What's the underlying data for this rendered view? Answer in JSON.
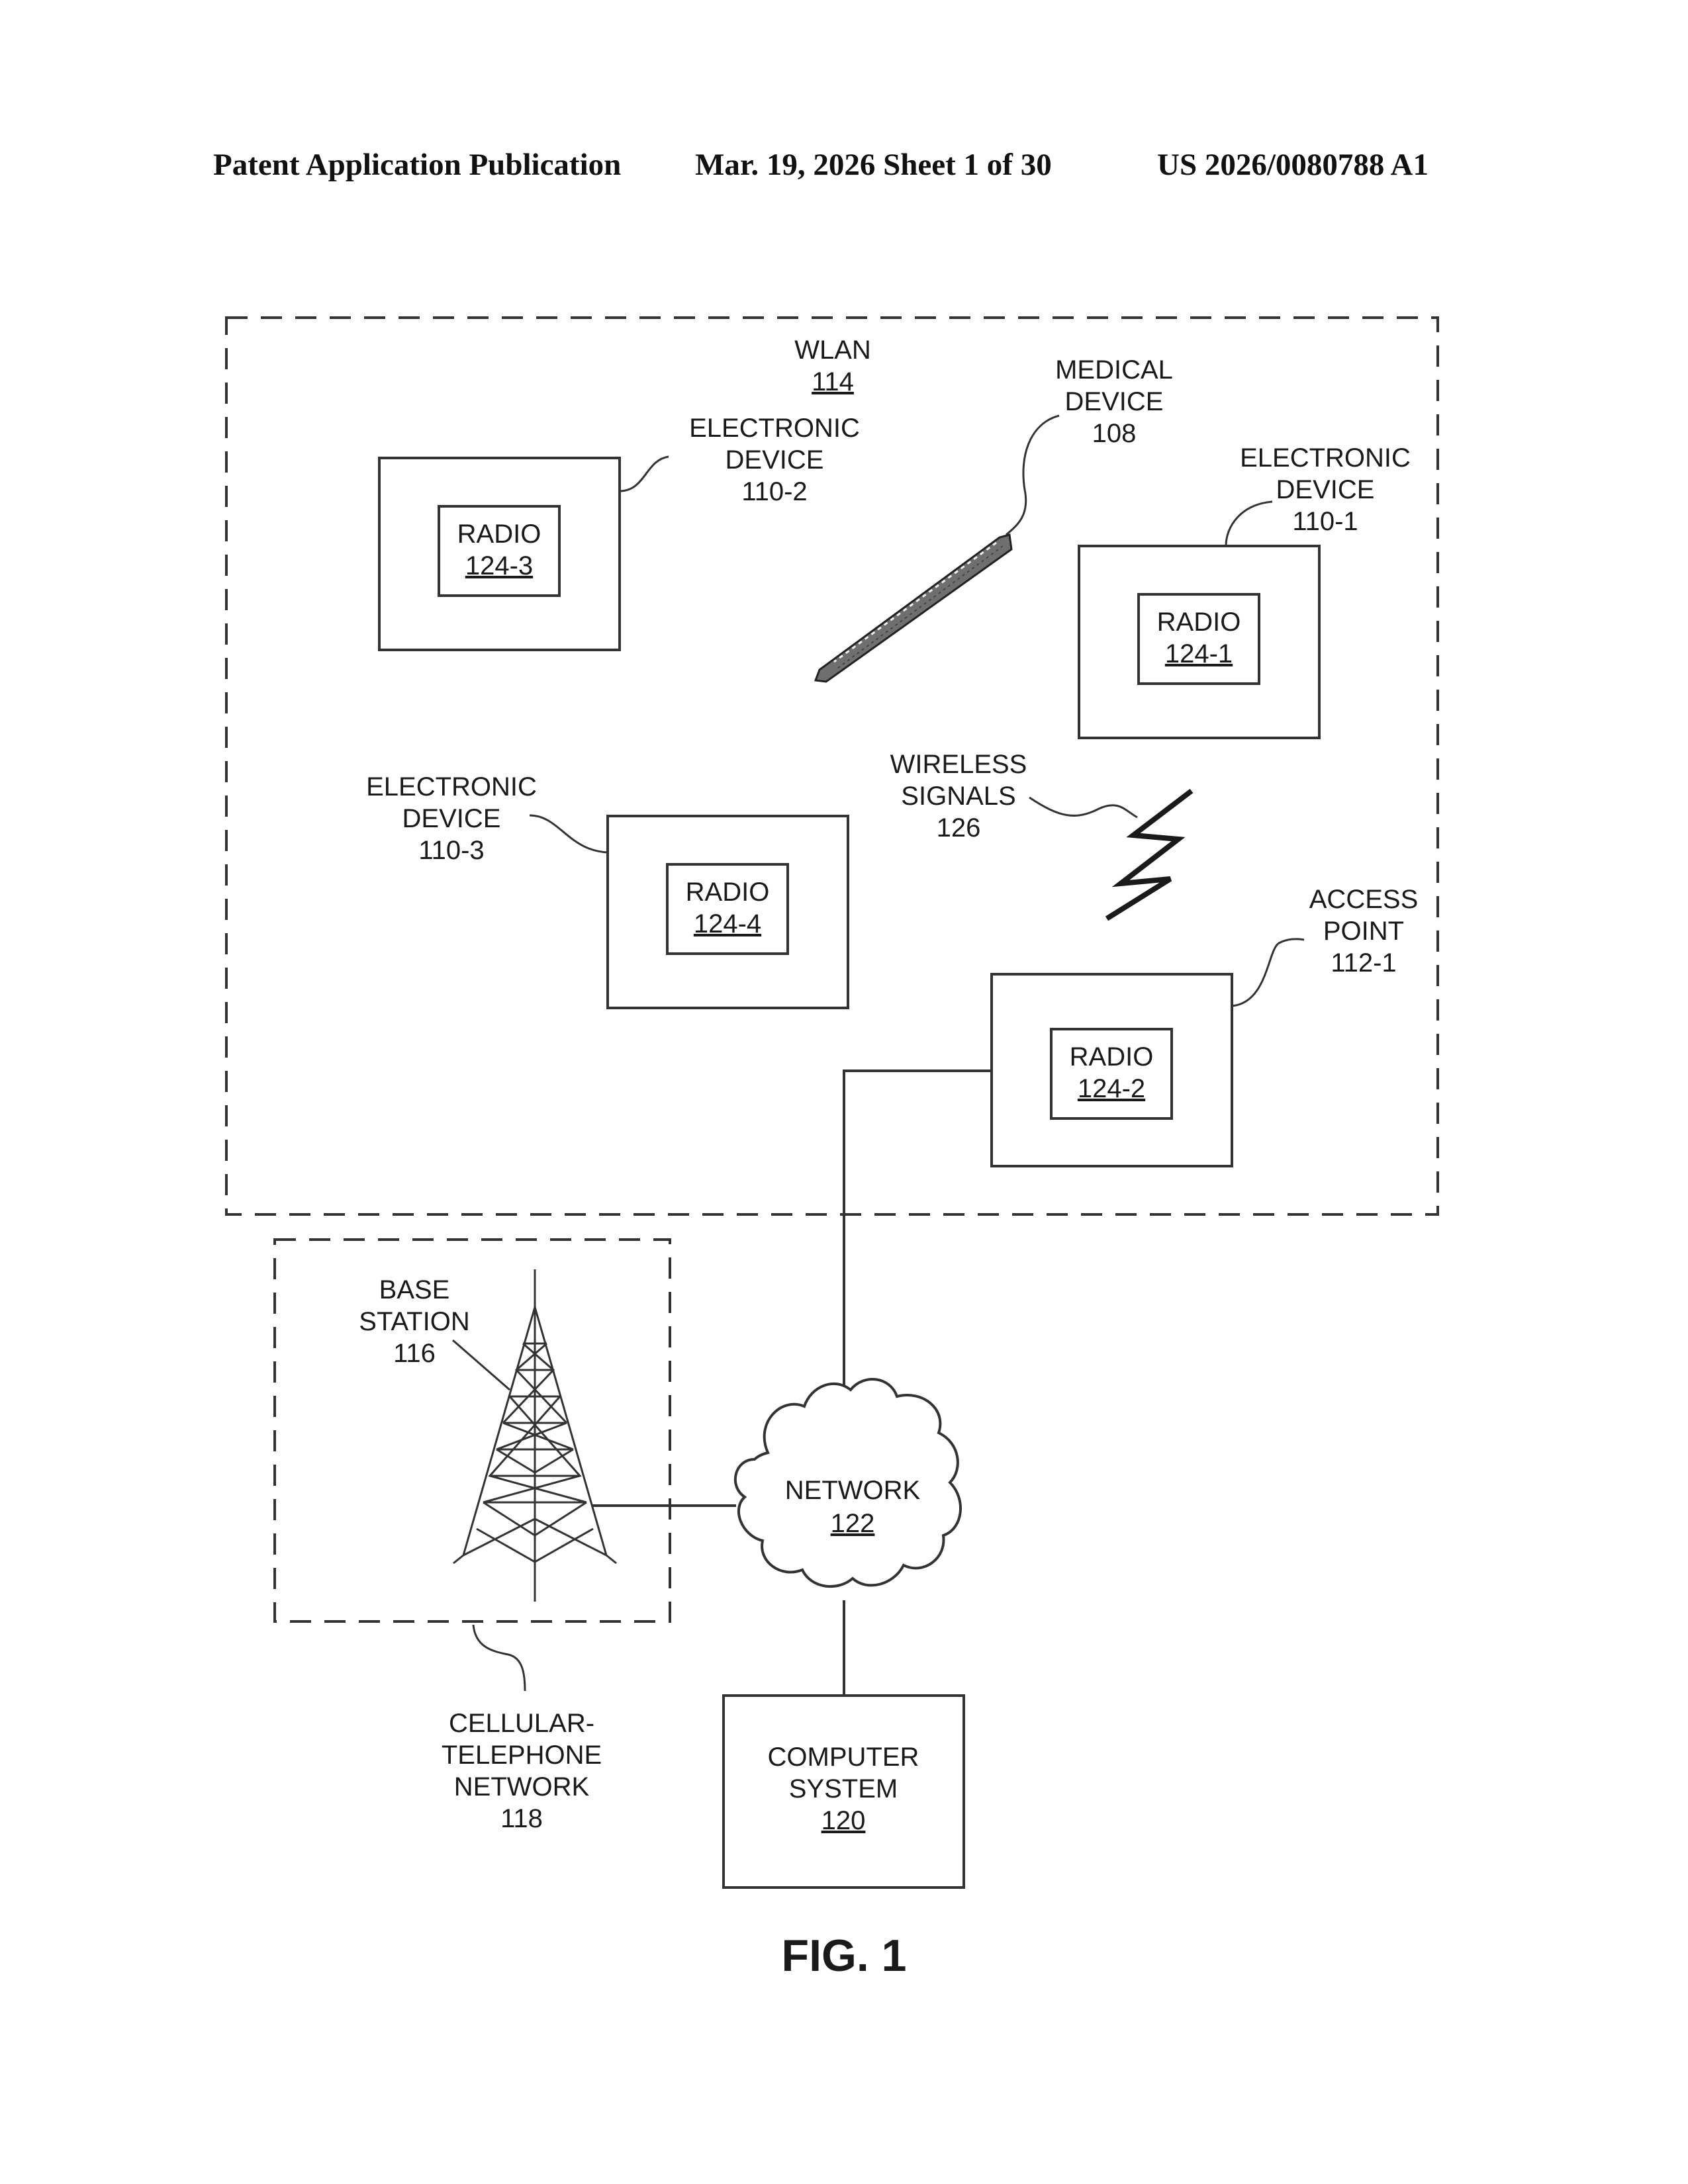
{
  "header": {
    "publication": "Patent Application Publication",
    "date_sheet": "Mar. 19, 2026  Sheet 1 of 30",
    "number": "US 2026/0080788 A1"
  },
  "wlan": {
    "name": "WLAN",
    "ref": "114"
  },
  "medical_device": {
    "line1": "MEDICAL",
    "line2": "DEVICE",
    "ref": "108"
  },
  "device_110_2": {
    "line1": "ELECTRONIC",
    "line2": "DEVICE",
    "ref": "110-2",
    "radio": "RADIO",
    "radio_ref": "124-3"
  },
  "device_110_1": {
    "line1": "ELECTRONIC",
    "line2": "DEVICE",
    "ref": "110-1",
    "radio": "RADIO",
    "radio_ref": "124-1"
  },
  "device_110_3": {
    "line1": "ELECTRONIC",
    "line2": "DEVICE",
    "ref": "110-3",
    "radio": "RADIO",
    "radio_ref": "124-4"
  },
  "wireless_signals": {
    "line1": "WIRELESS",
    "line2": "SIGNALS",
    "ref": "126"
  },
  "access_point": {
    "line1": "ACCESS",
    "line2": "POINT",
    "ref": "112-1",
    "radio": "RADIO",
    "radio_ref": "124-2"
  },
  "base_station": {
    "line1": "BASE",
    "line2": "STATION",
    "ref": "116"
  },
  "network": {
    "name": "NETWORK",
    "ref": "122"
  },
  "cellular_network": {
    "line1": "CELLULAR-",
    "line2": "TELEPHONE",
    "line3": "NETWORK",
    "ref": "118"
  },
  "computer_system": {
    "line1": "COMPUTER",
    "line2": "SYSTEM",
    "ref": "120"
  },
  "figure_label": "FIG. 1"
}
